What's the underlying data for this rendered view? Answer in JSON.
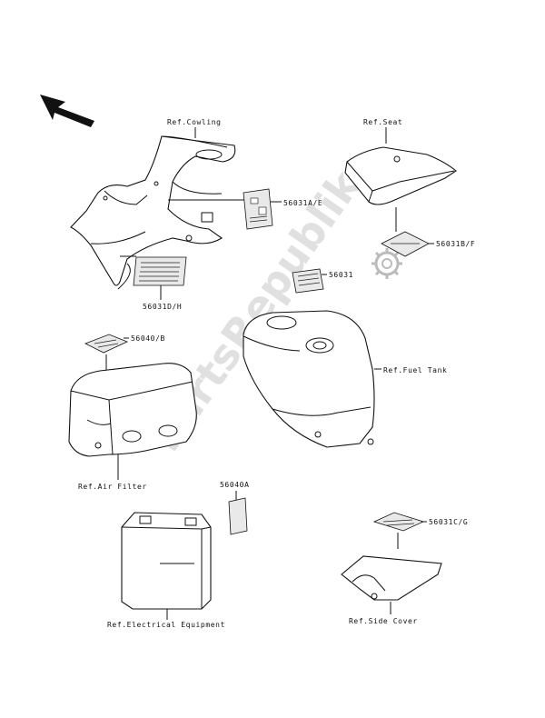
{
  "watermark": "PartsRepublik",
  "icons": {
    "direction_arrow": "arrow-icon",
    "watermark_gear": "gear-icon"
  },
  "parts": {
    "cowling": {
      "ref_label": "Ref.Cowling",
      "labels": [
        "56031A/E",
        "56031D/H"
      ]
    },
    "seat": {
      "ref_label": "Ref.Seat",
      "labels": [
        "56031B/F"
      ]
    },
    "fuel_tank": {
      "ref_label": "Ref.Fuel Tank",
      "labels": [
        "56031"
      ]
    },
    "air_filter": {
      "ref_label": "Ref.Air Filter",
      "labels": [
        "56040/B"
      ]
    },
    "electrical_equipment": {
      "ref_label": "Ref.Electrical Equipment",
      "labels": [
        "56040A"
      ]
    },
    "side_cover": {
      "ref_label": "Ref.Side Cover",
      "labels": [
        "56031C/G"
      ]
    }
  }
}
